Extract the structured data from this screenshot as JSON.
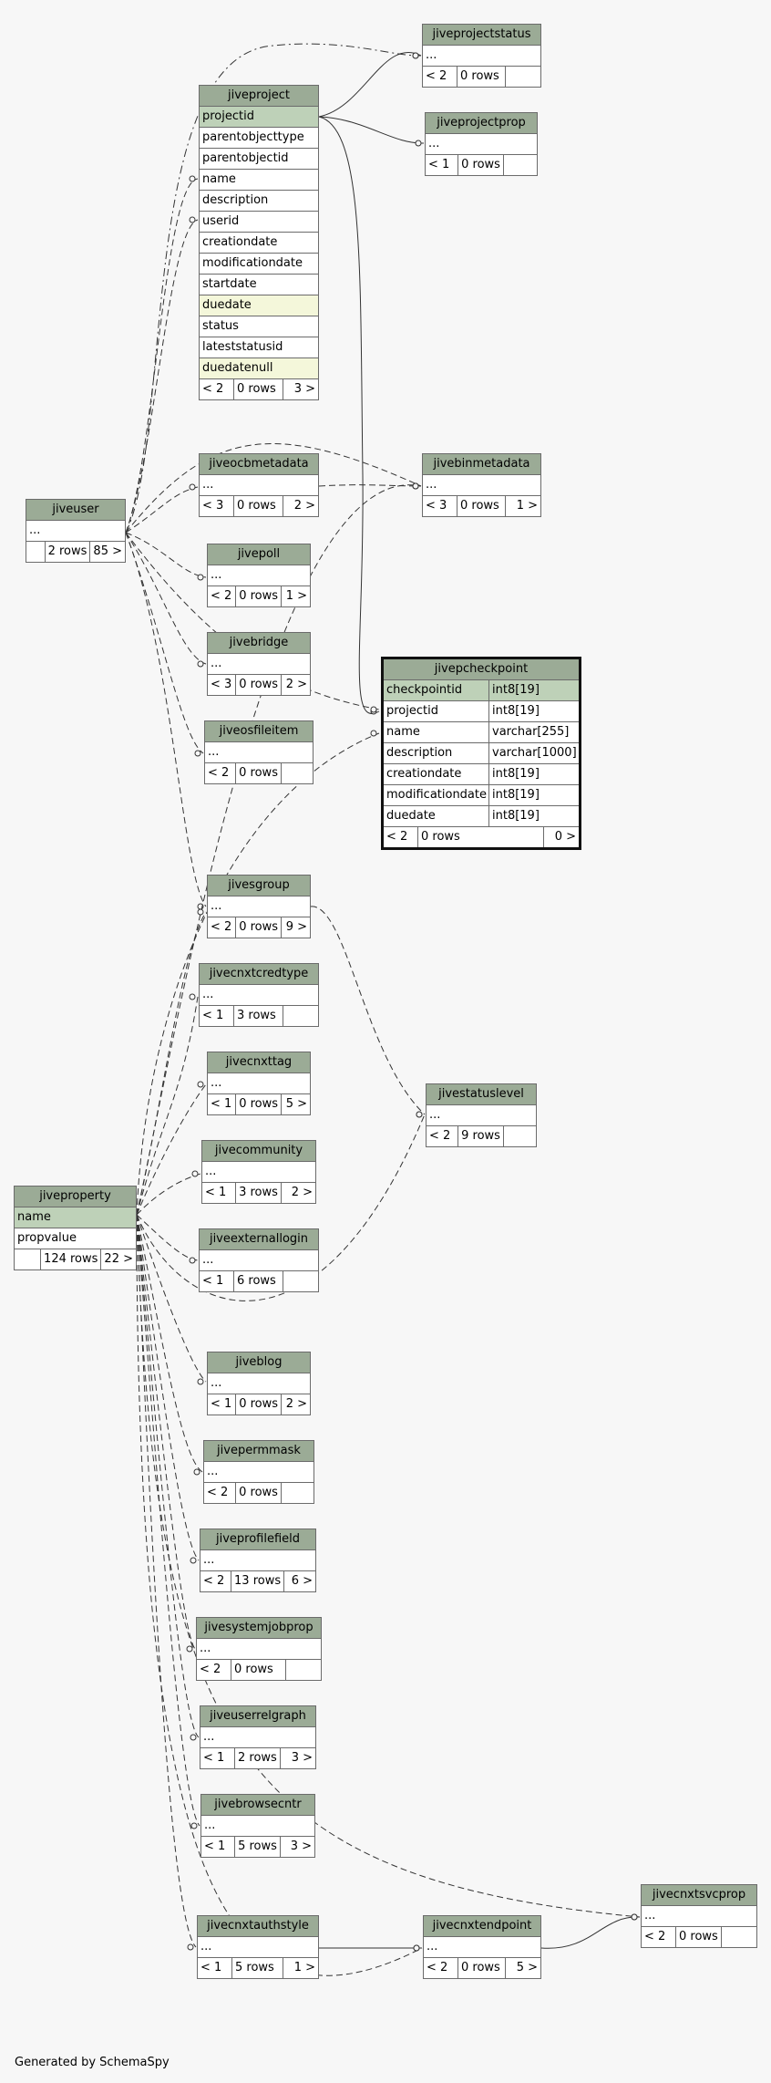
{
  "footer": "Generated by SchemaSpy",
  "colors": {
    "header": "#9bab96",
    "primary_key": "#bed1b8",
    "indexed": "#f4f7da",
    "background": "#f7f7f7"
  },
  "tables": [
    {
      "name": "jiveprojectstatus",
      "columns": [
        {
          "name": "..."
        }
      ],
      "parents": "< 2",
      "rows": "0 rows",
      "children": ""
    },
    {
      "name": "jiveproject",
      "columns": [
        {
          "name": "projectid",
          "kind": "pk"
        },
        {
          "name": "parentobjecttype"
        },
        {
          "name": "parentobjectid"
        },
        {
          "name": "name"
        },
        {
          "name": "description"
        },
        {
          "name": "userid"
        },
        {
          "name": "creationdate"
        },
        {
          "name": "modificationdate"
        },
        {
          "name": "startdate"
        },
        {
          "name": "duedate",
          "kind": "idx"
        },
        {
          "name": "status"
        },
        {
          "name": "lateststatusid"
        },
        {
          "name": "duedatenull",
          "kind": "idx"
        }
      ],
      "parents": "< 2",
      "rows": "0 rows",
      "children": "3 >"
    },
    {
      "name": "jiveprojectprop",
      "columns": [
        {
          "name": "..."
        }
      ],
      "parents": "< 1",
      "rows": "0 rows",
      "children": ""
    },
    {
      "name": "jiveuser",
      "columns": [
        {
          "name": "..."
        }
      ],
      "parents": "",
      "rows": "2 rows",
      "children": "85 >"
    },
    {
      "name": "jiveocbmetadata",
      "columns": [
        {
          "name": "..."
        }
      ],
      "parents": "< 3",
      "rows": "0 rows",
      "children": "2 >"
    },
    {
      "name": "jivebinmetadata",
      "columns": [
        {
          "name": "..."
        }
      ],
      "parents": "< 3",
      "rows": "0 rows",
      "children": "1 >"
    },
    {
      "name": "jivepoll",
      "columns": [
        {
          "name": "..."
        }
      ],
      "parents": "< 2",
      "rows": "0 rows",
      "children": "1 >"
    },
    {
      "name": "jivebridge",
      "columns": [
        {
          "name": "..."
        }
      ],
      "parents": "< 3",
      "rows": "0 rows",
      "children": "2 >"
    },
    {
      "name": "jivepcheckpoint",
      "focus": true,
      "columns": [
        {
          "name": "checkpointid",
          "type": "int8[19]",
          "kind": "pk"
        },
        {
          "name": "projectid",
          "type": "int8[19]"
        },
        {
          "name": "name",
          "type": "varchar[255]"
        },
        {
          "name": "description",
          "type": "varchar[1000]"
        },
        {
          "name": "creationdate",
          "type": "int8[19]"
        },
        {
          "name": "modificationdate",
          "type": "int8[19]"
        },
        {
          "name": "duedate",
          "type": "int8[19]"
        }
      ],
      "parents": "< 2",
      "rows": "0 rows",
      "children": "0 >"
    },
    {
      "name": "jiveosfileitem",
      "columns": [
        {
          "name": "..."
        }
      ],
      "parents": "< 2",
      "rows": "0 rows",
      "children": ""
    },
    {
      "name": "jivesgroup",
      "columns": [
        {
          "name": "..."
        }
      ],
      "parents": "< 2",
      "rows": "0 rows",
      "children": "9 >"
    },
    {
      "name": "jivecnxtcredtype",
      "columns": [
        {
          "name": "..."
        }
      ],
      "parents": "< 1",
      "rows": "3 rows",
      "children": ""
    },
    {
      "name": "jivecnxttag",
      "columns": [
        {
          "name": "..."
        }
      ],
      "parents": "< 1",
      "rows": "0 rows",
      "children": "5 >"
    },
    {
      "name": "jivestatuslevel",
      "columns": [
        {
          "name": "..."
        }
      ],
      "parents": "< 2",
      "rows": "9 rows",
      "children": ""
    },
    {
      "name": "jivecommunity",
      "columns": [
        {
          "name": "..."
        }
      ],
      "parents": "< 1",
      "rows": "3 rows",
      "children": "2 >"
    },
    {
      "name": "jiveproperty",
      "columns": [
        {
          "name": "name",
          "kind": "pk"
        },
        {
          "name": "propvalue"
        }
      ],
      "parents": "",
      "rows": "124 rows",
      "children": "22 >"
    },
    {
      "name": "jiveexternallogin",
      "columns": [
        {
          "name": "..."
        }
      ],
      "parents": "< 1",
      "rows": "6 rows",
      "children": ""
    },
    {
      "name": "jiveblog",
      "columns": [
        {
          "name": "..."
        }
      ],
      "parents": "< 1",
      "rows": "0 rows",
      "children": "2 >"
    },
    {
      "name": "jivepermmask",
      "columns": [
        {
          "name": "..."
        }
      ],
      "parents": "< 2",
      "rows": "0 rows",
      "children": ""
    },
    {
      "name": "jiveprofilefield",
      "columns": [
        {
          "name": "..."
        }
      ],
      "parents": "< 2",
      "rows": "13 rows",
      "children": "6 >"
    },
    {
      "name": "jivesystemjobprop",
      "columns": [
        {
          "name": "..."
        }
      ],
      "parents": "< 2",
      "rows": "0 rows",
      "children": ""
    },
    {
      "name": "jiveuserrelgraph",
      "columns": [
        {
          "name": "..."
        }
      ],
      "parents": "< 1",
      "rows": "2 rows",
      "children": "3 >"
    },
    {
      "name": "jivebrowsecntr",
      "columns": [
        {
          "name": "..."
        }
      ],
      "parents": "< 1",
      "rows": "5 rows",
      "children": "3 >"
    },
    {
      "name": "jivecnxtsvcprop",
      "columns": [
        {
          "name": "..."
        }
      ],
      "parents": "< 2",
      "rows": "0 rows",
      "children": ""
    },
    {
      "name": "jivecnxtauthstyle",
      "columns": [
        {
          "name": "..."
        }
      ],
      "parents": "< 1",
      "rows": "5 rows",
      "children": "1 >"
    },
    {
      "name": "jivecnxtendpoint",
      "columns": [
        {
          "name": "..."
        }
      ],
      "parents": "< 2",
      "rows": "0 rows",
      "children": "5 >"
    }
  ]
}
